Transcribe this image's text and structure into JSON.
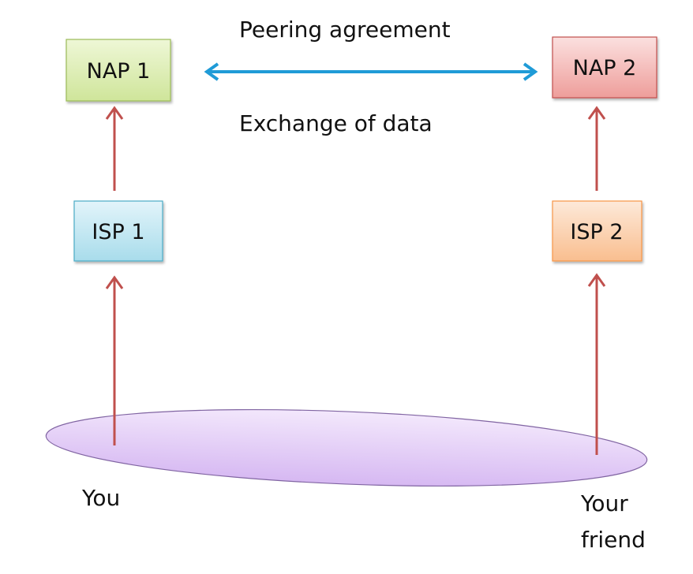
{
  "nodes": {
    "nap1": {
      "label": "NAP 1",
      "fill_top": "#eef7d6",
      "fill_bottom": "#cfe59a",
      "stroke": "#9bbb59"
    },
    "nap2": {
      "label": "NAP 2",
      "fill_top": "#fbe0df",
      "fill_bottom": "#ee9d9a",
      "stroke": "#c0504d"
    },
    "isp1": {
      "label": "ISP 1",
      "fill_top": "#e2f4fa",
      "fill_bottom": "#a8dceb",
      "stroke": "#4bacc6"
    },
    "isp2": {
      "label": "ISP 2",
      "fill_top": "#fde9d9",
      "fill_bottom": "#f9be8f",
      "stroke": "#f79646"
    }
  },
  "labels": {
    "peering": "Peering agreement",
    "exchange": "Exchange of data",
    "you": "You",
    "friend_line1": "Your",
    "friend_line2": "friend"
  },
  "colors": {
    "upward_arrow": "#c0504d",
    "peering_arrow": "#1f9bd7",
    "ellipse_top": "#f3e8fc",
    "ellipse_bottom": "#d6b8f2",
    "ellipse_stroke": "#8064a2"
  }
}
